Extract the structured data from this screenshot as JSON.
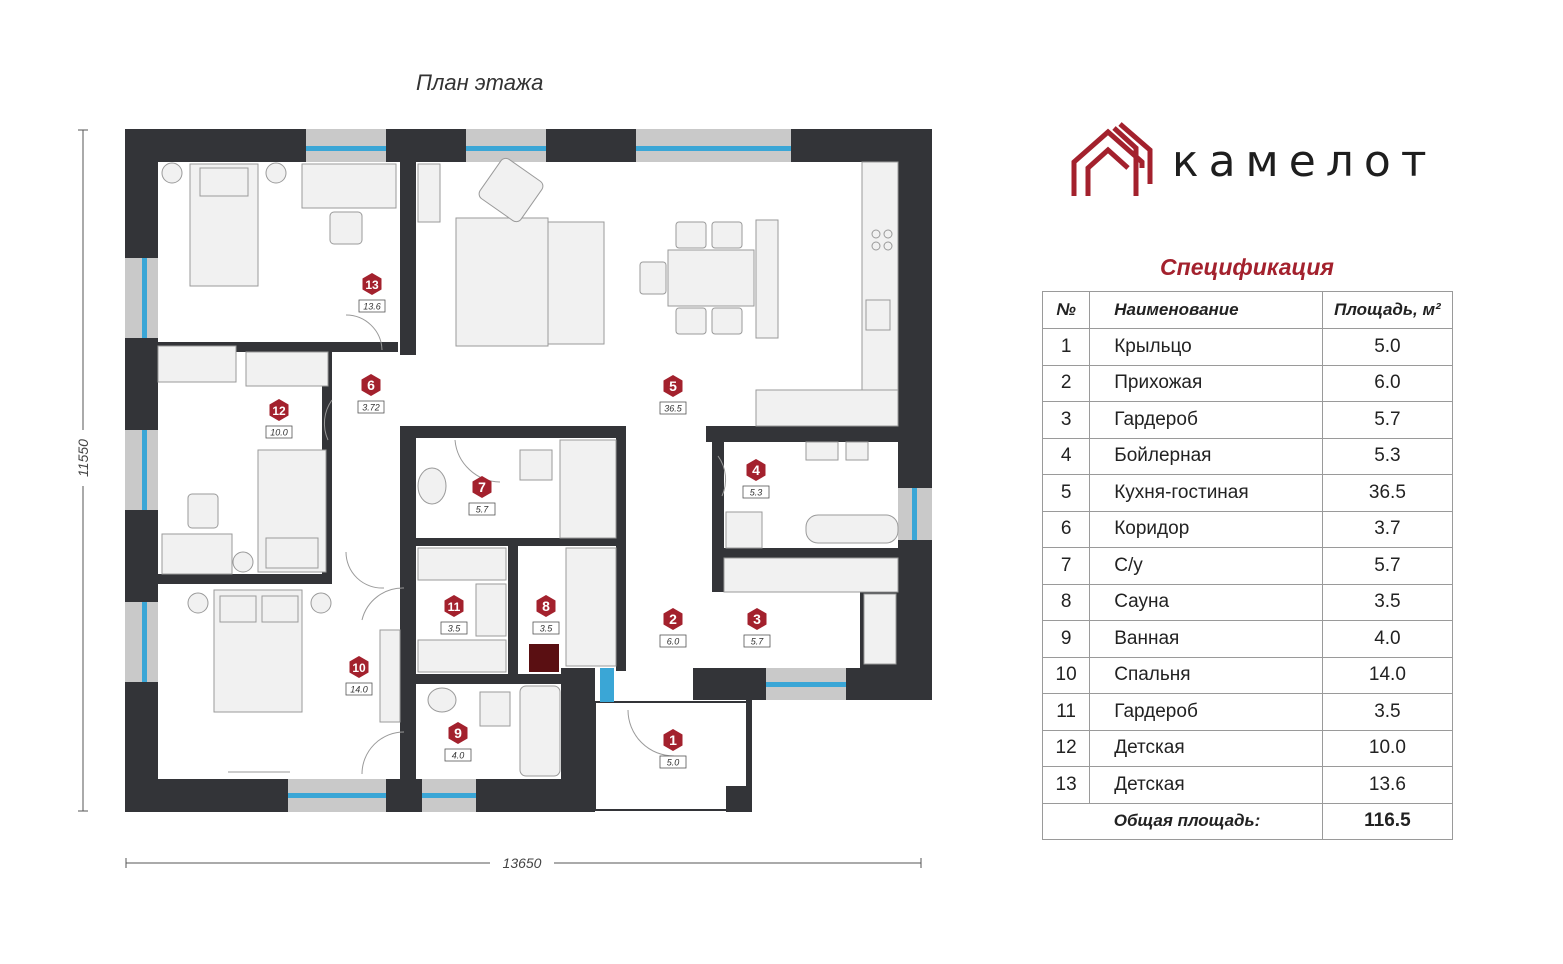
{
  "plan_title": "План этажа",
  "brand": {
    "name": "камелот",
    "color": "#a3212d"
  },
  "spec": {
    "title": "Спецификация",
    "headers": {
      "num": "№",
      "name": "Наименование",
      "area": "Площадь, м²"
    },
    "rows": [
      {
        "num": "1",
        "name": "Крыльцо",
        "area": "5.0"
      },
      {
        "num": "2",
        "name": "Прихожая",
        "area": "6.0"
      },
      {
        "num": "3",
        "name": "Гардероб",
        "area": "5.7"
      },
      {
        "num": "4",
        "name": "Бойлерная",
        "area": "5.3"
      },
      {
        "num": "5",
        "name": "Кухня-гостиная",
        "area": "36.5"
      },
      {
        "num": "6",
        "name": "Коридор",
        "area": "3.7"
      },
      {
        "num": "7",
        "name": "С/у",
        "area": "5.7"
      },
      {
        "num": "8",
        "name": "Сауна",
        "area": "3.5"
      },
      {
        "num": "9",
        "name": "Ванная",
        "area": "4.0"
      },
      {
        "num": "10",
        "name": "Спальня",
        "area": "14.0"
      },
      {
        "num": "11",
        "name": "Гардероб",
        "area": "3.5"
      },
      {
        "num": "12",
        "name": "Детская",
        "area": "10.0"
      },
      {
        "num": "13",
        "name": "Детская",
        "area": "13.6"
      }
    ],
    "total_label": "Общая площадь:",
    "total_value": "116.5"
  },
  "dimensions": {
    "width": "13650",
    "height": "11550"
  },
  "room_markers": [
    {
      "num": "1",
      "area": "5.0"
    },
    {
      "num": "2",
      "area": "6.0"
    },
    {
      "num": "3",
      "area": "5.7"
    },
    {
      "num": "4",
      "area": "5.3"
    },
    {
      "num": "5",
      "area": "36.5"
    },
    {
      "num": "6",
      "area": "3.72"
    },
    {
      "num": "7",
      "area": "5.7"
    },
    {
      "num": "8",
      "area": "3.5"
    },
    {
      "num": "9",
      "area": "4.0"
    },
    {
      "num": "10",
      "area": "14.0"
    },
    {
      "num": "11",
      "area": "3.5"
    },
    {
      "num": "12",
      "area": "10.0"
    },
    {
      "num": "13",
      "area": "13.6"
    }
  ],
  "colors": {
    "wall": "#333438",
    "window_frame": "#c9c9c9",
    "window_glass": "#3aa6d6",
    "marker": "#a3212d",
    "furniture_stroke": "#9a9a9a",
    "furniture_fill": "#f1f1f1",
    "sauna_stove": "#5a0f12"
  }
}
